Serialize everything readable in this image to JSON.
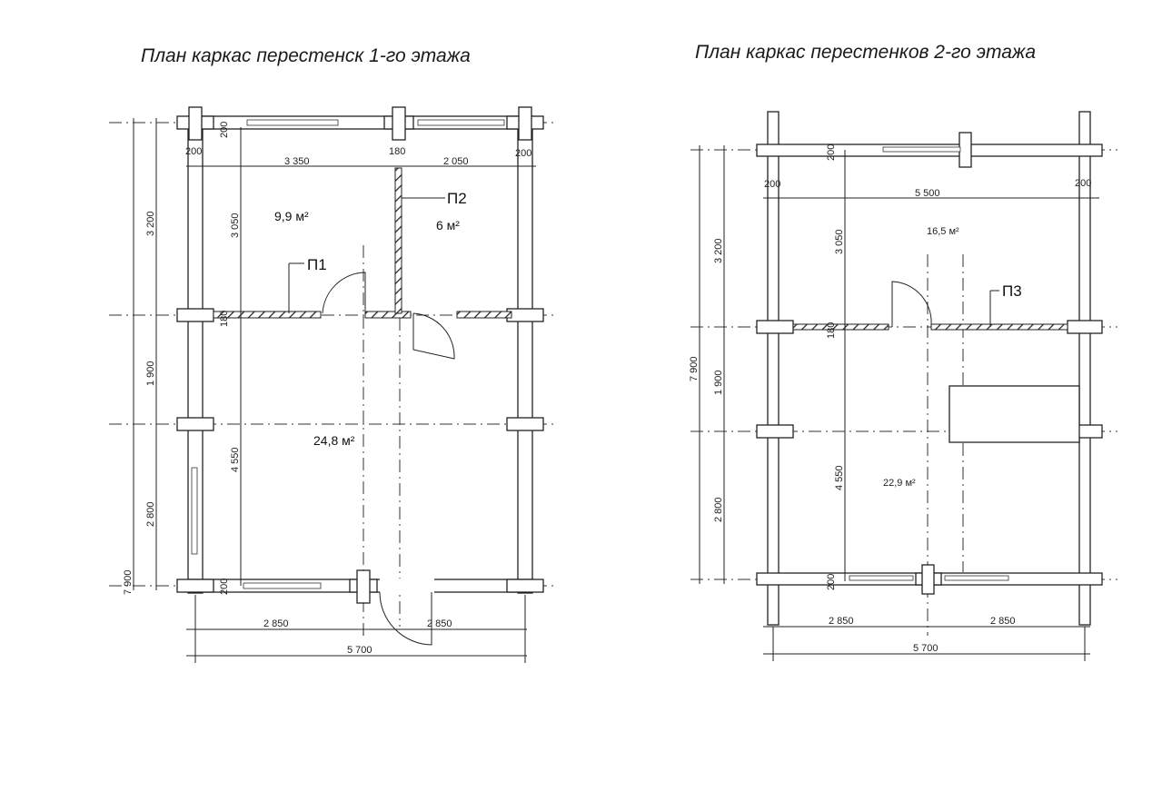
{
  "plans": [
    {
      "title": "План каркас перестенск  1-го этажа",
      "dims": {
        "overall_height": "7 900",
        "h1": "3 200",
        "h2": "1 900",
        "h3": "2 800",
        "inner_h1": "3 050",
        "inner_h2": "4 550",
        "wall_top": "200",
        "wall_mid": "180",
        "wall_bottom": "200",
        "wall_left": "200",
        "room1_w": "3 350",
        "part_w": "180",
        "room2_w": "2 050",
        "wall_right": "200",
        "bottom_left": "2 850",
        "bottom_right": "2 850",
        "overall_width": "5 700"
      },
      "areas": [
        "9,9 м²",
        "6 м²",
        "24,8 м²"
      ],
      "partitions": [
        "П1",
        "П2"
      ]
    },
    {
      "title": "План каркас перестенков  2-го этажа",
      "dims": {
        "overall_height": "7 900",
        "h1": "3 200",
        "h2": "1 900",
        "h3": "2 800",
        "inner_h1": "3 050",
        "inner_h2": "4 550",
        "wall_top": "200",
        "wall_mid": "180",
        "wall_bottom": "200",
        "wall_left": "200",
        "room_w": "5 500",
        "wall_right": "200",
        "bottom_left": "2 850",
        "bottom_right": "2 850",
        "overall_width": "5 700"
      },
      "areas": [
        "16,5 м²",
        "22,9 м²"
      ],
      "partitions": [
        "П3"
      ]
    }
  ]
}
